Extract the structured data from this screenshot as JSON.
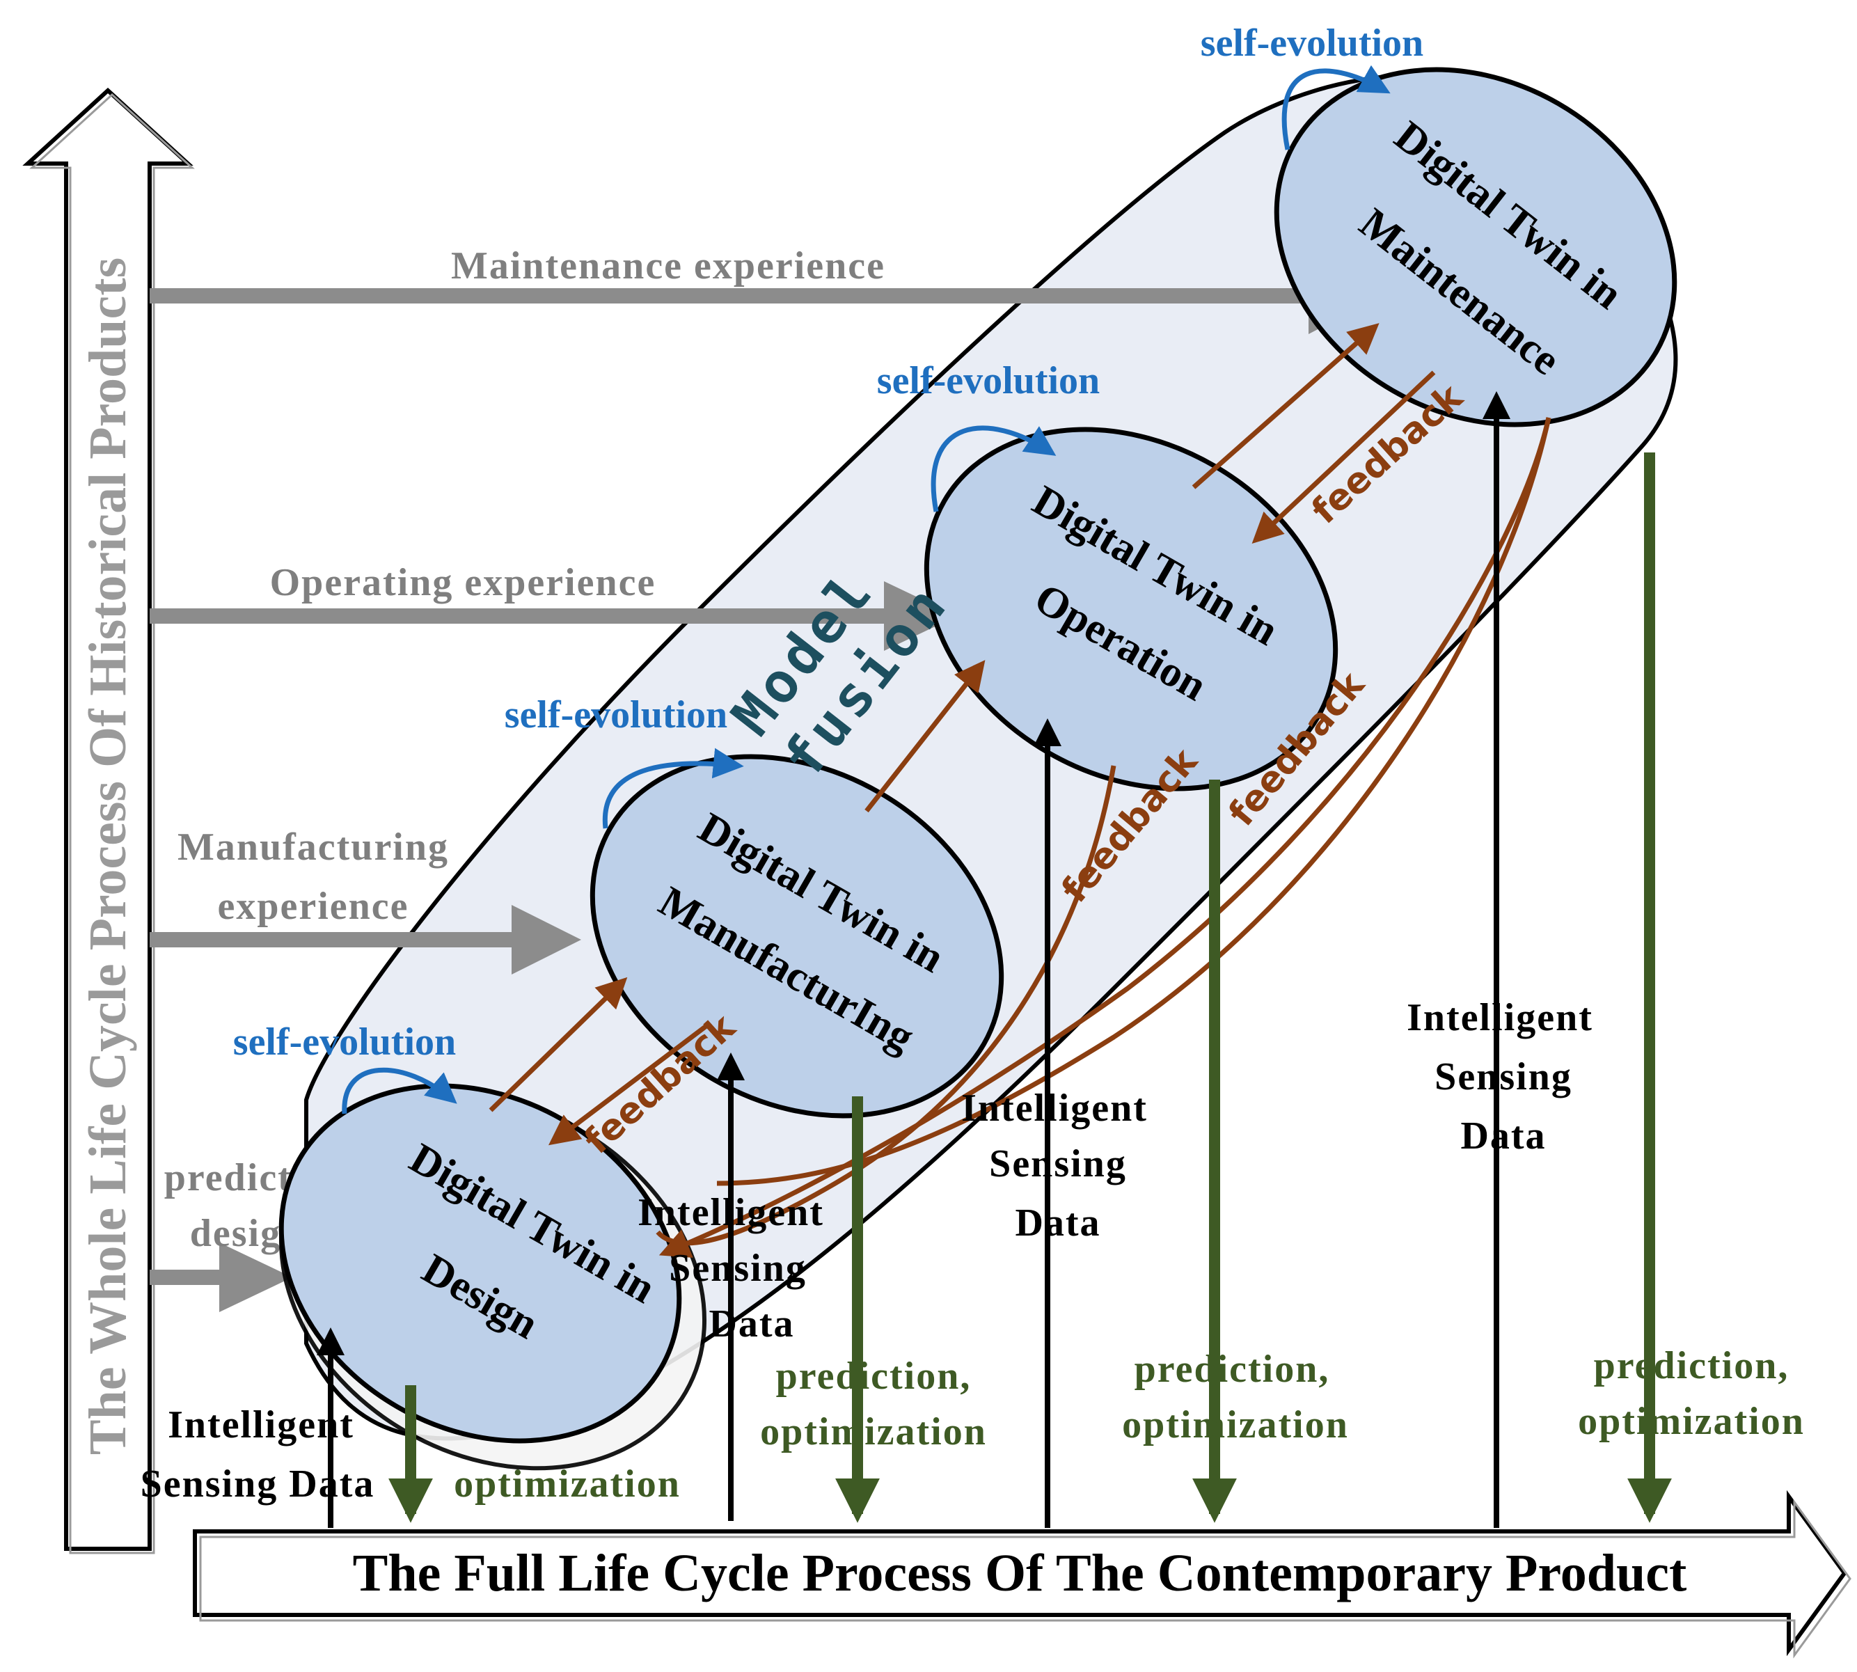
{
  "axes": {
    "horizontal_title": "The Full Life Cycle Process Of The Contemporary Product",
    "vertical_title": "The Whole Life Cycle Process Of Historical Products"
  },
  "stages": [
    {
      "id": "design",
      "line1": "Digital Twin in",
      "line2": "Design"
    },
    {
      "id": "manufacturing",
      "line1": "Digital Twin in",
      "line2": "ManufacturIng"
    },
    {
      "id": "operation",
      "line1": "Digital Twin in",
      "line2": "Operation"
    },
    {
      "id": "maintenance",
      "line1": "Digital Twin in",
      "line2": "Maintenance"
    }
  ],
  "center_label": {
    "line1": "Model",
    "line2": "fusion"
  },
  "experience": {
    "maintenance": "Maintenance experience",
    "operating": "Operating experience",
    "manufacturing_line1": "Manufacturing",
    "manufacturing_line2": "experience",
    "predictive_line1": "predictive",
    "predictive_line2": "design"
  },
  "self_evolution": "self-evolution",
  "feedback": "feedback",
  "sensing": {
    "design_line1": "Intelligent",
    "design_line2": "Sensing Data",
    "line1": "Intelligent",
    "line2": "Sensing",
    "line3": "Data"
  },
  "prediction": {
    "design": "optimization",
    "line1": "prediction,",
    "line2": "optimization"
  },
  "colors": {
    "ellipse_fill": "#bdd0e9",
    "tube_fill": "#e9edf5",
    "gray_arrow": "#8c8c8c",
    "blue": "#1f6fbf",
    "brown": "#8b3e10",
    "green": "#3e5a24"
  }
}
